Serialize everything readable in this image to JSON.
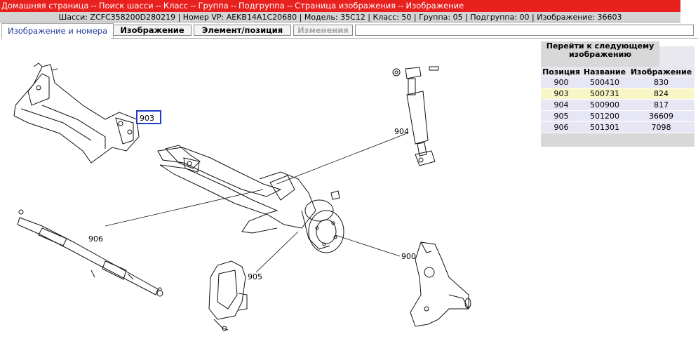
{
  "breadcrumb": [
    "Домашняя страница",
    "Поиск шасси",
    "Класс",
    "Группа",
    "Подгруппа",
    "Страница изображения",
    "Изображение"
  ],
  "breadcrumb_sep": "--",
  "info": "Шасси: ZCFC358200D280219 | Номер VP: AEKB14A1C20680 | Модель: 35C12 | Класс: 50 | Группа: 05 | Подгруппа: 00 | Изображение: 36603",
  "tab_active": "Изображение и номера",
  "buttons": {
    "image": "Изображение",
    "element": "Элемент/позиция",
    "changes": "Изменения"
  },
  "nav_next": "Перейти к следующему изображению",
  "table": {
    "headers": [
      "Позиция",
      "Название",
      "Изображение"
    ],
    "rows": [
      {
        "pos": "900",
        "name": "500410",
        "image": "830"
      },
      {
        "pos": "903",
        "name": "500731",
        "image": "824"
      },
      {
        "pos": "904",
        "name": "500900",
        "image": "817"
      },
      {
        "pos": "905",
        "name": "501200",
        "image": "36609"
      },
      {
        "pos": "906",
        "name": "501301",
        "image": "7098"
      }
    ]
  },
  "diagram_labels": {
    "l903": "903",
    "l904": "904",
    "l906": "906",
    "l905": "905",
    "l900": "900"
  },
  "colors": {
    "topbar": "#e8201e",
    "highlight": "#f8f6c6",
    "hotspot": "#1e3cc8"
  }
}
